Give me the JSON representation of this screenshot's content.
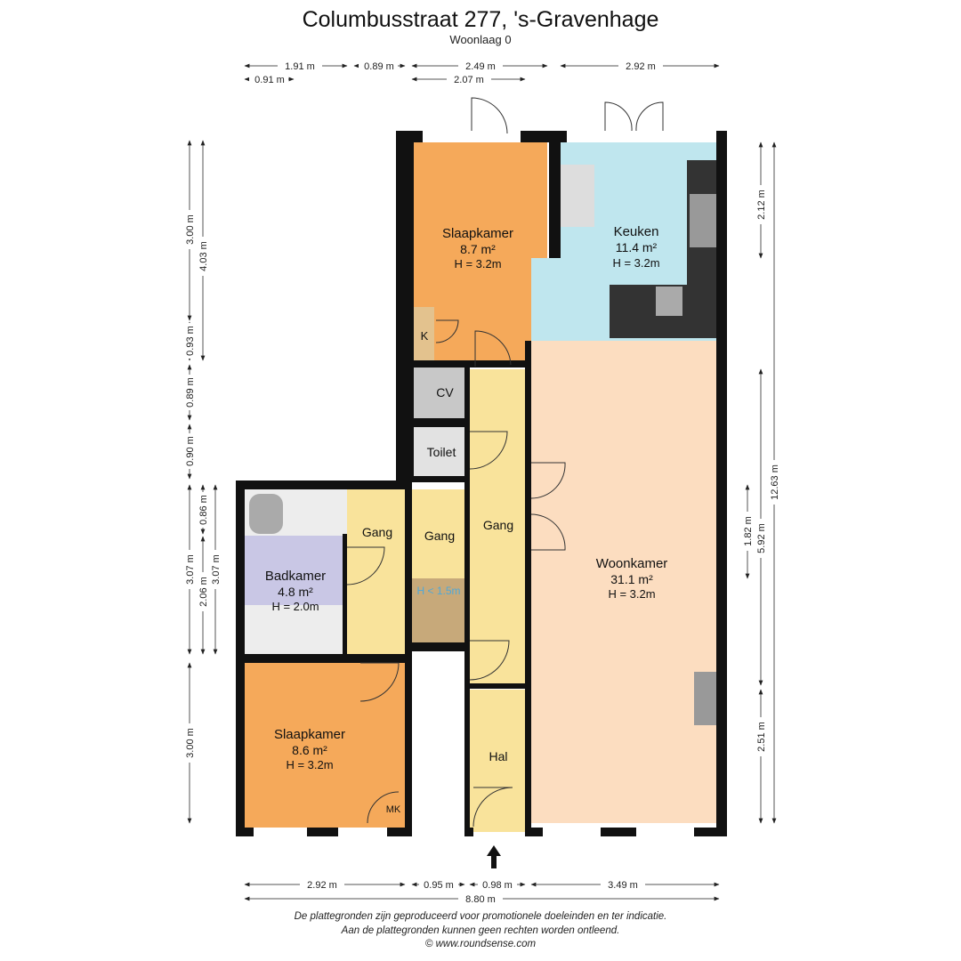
{
  "header": {
    "title": "Columbusstraat 277, 's-Gravenhage",
    "floor": "Woonlaag 0"
  },
  "rooms": [
    {
      "name": "Slaapkamer",
      "area": "8.7 m²",
      "height": "H = 3.2m",
      "color": "#F5A95A"
    },
    {
      "name": "Keuken",
      "area": "11.4 m²",
      "height": "H = 3.2m",
      "color": "#BFE6EE"
    },
    {
      "name": "Woonkamer",
      "area": "31.1 m²",
      "height": "H = 3.2m",
      "color": "#FCDDC0"
    },
    {
      "name": "Badkamer",
      "area": "4.8 m²",
      "height": "H = 2.0m",
      "color": "#C9C7E5"
    },
    {
      "name": "Slaapkamer",
      "area": "8.6 m²",
      "height": "H = 3.2m",
      "color": "#F5A95A"
    }
  ],
  "small_labels": {
    "k": "K",
    "cv": "CV",
    "toilet": "Toilet",
    "gang1": "Gang",
    "gang2": "Gang",
    "gang3": "Gang",
    "hal": "Hal",
    "mk": "MK",
    "low_height": "H < 1.5m"
  },
  "dimensions": {
    "top": [
      "1.91 m",
      "0.89 m",
      "2.49 m",
      "2.92 m",
      "0.91 m",
      "2.07 m"
    ],
    "left": [
      "3.00 m",
      "4.03 m",
      "0.93 m",
      "0.89 m",
      "0.90 m",
      "3.07 m",
      "0.86 m",
      "2.06 m",
      "3.07 m",
      "3.00 m"
    ],
    "right": [
      "2.12 m",
      "1.82 m",
      "5.92 m",
      "2.51 m",
      "12.63 m"
    ],
    "bottom": [
      "2.92 m",
      "0.95 m",
      "0.98 m",
      "3.49 m",
      "8.80 m"
    ]
  },
  "footer": {
    "line1": "De plattegronden zijn geproduceerd voor promotionele doeleinden en ter indicatie.",
    "line2": "Aan de plattegronden kunnen geen rechten worden ontleend.",
    "line3": "© www.roundsense.com"
  }
}
